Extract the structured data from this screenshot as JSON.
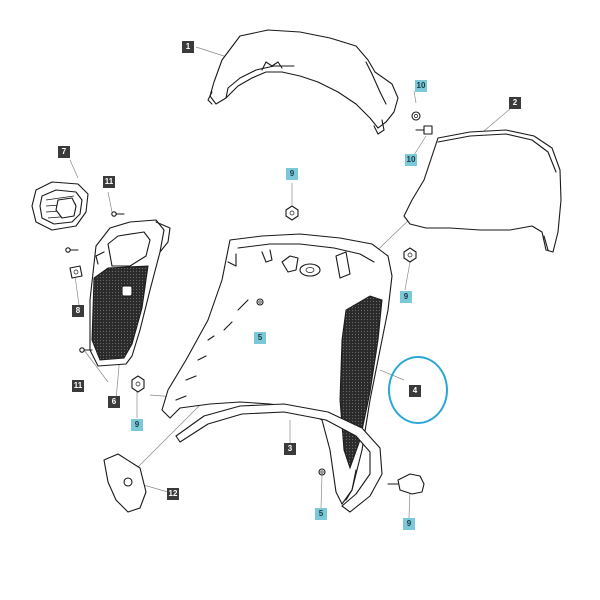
{
  "labels": [
    {
      "id": "label-1",
      "text": "1",
      "style": "dark"
    },
    {
      "id": "label-2",
      "text": "2",
      "style": "dark"
    },
    {
      "id": "label-3",
      "text": "3",
      "style": "dark"
    },
    {
      "id": "label-4",
      "text": "4",
      "style": "dark"
    },
    {
      "id": "label-5a",
      "text": "5",
      "style": "cyan"
    },
    {
      "id": "label-5b",
      "text": "5",
      "style": "cyan"
    },
    {
      "id": "label-6",
      "text": "6",
      "style": "dark"
    },
    {
      "id": "label-7",
      "text": "7",
      "style": "dark"
    },
    {
      "id": "label-8",
      "text": "8",
      "style": "dark"
    },
    {
      "id": "label-9a",
      "text": "9",
      "style": "cyan"
    },
    {
      "id": "label-9b",
      "text": "9",
      "style": "cyan"
    },
    {
      "id": "label-9c",
      "text": "9",
      "style": "cyan"
    },
    {
      "id": "label-9d",
      "text": "9",
      "style": "cyan"
    },
    {
      "id": "label-10a",
      "text": "10",
      "style": "cyan"
    },
    {
      "id": "label-10b",
      "text": "10",
      "style": "cyan"
    },
    {
      "id": "label-11a",
      "text": "11",
      "style": "dark"
    },
    {
      "id": "label-11b",
      "text": "11",
      "style": "dark"
    },
    {
      "id": "label-12",
      "text": "12",
      "style": "dark"
    }
  ],
  "colors": {
    "dark_tag": "#3a3a3a",
    "cyan_tag": "#7ac8d8",
    "highlight": "#2aa7d6"
  },
  "highlighted_label": "4"
}
